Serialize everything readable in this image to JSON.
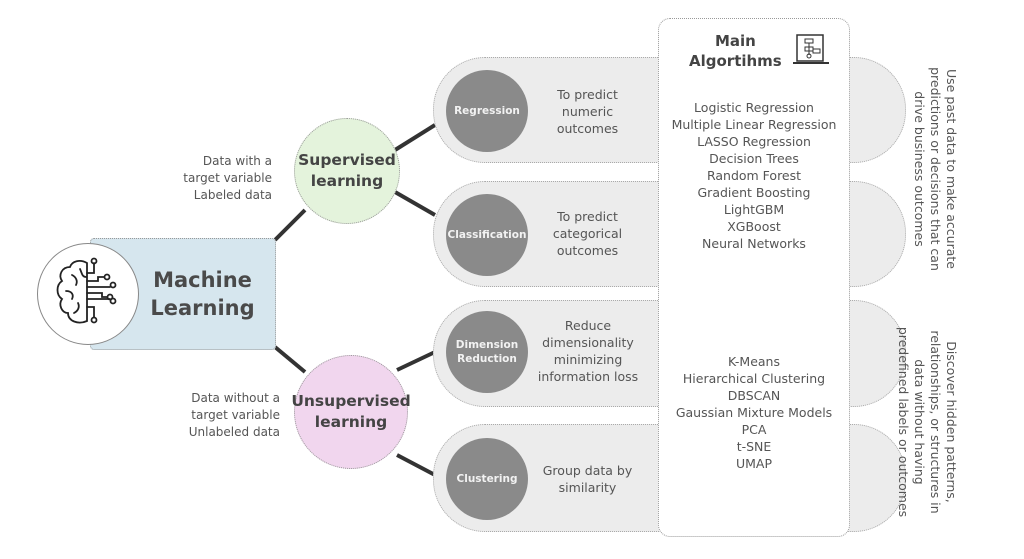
{
  "root": {
    "title_line1": "Machine",
    "title_line2": "Learning",
    "icon": "brain-circuit-icon"
  },
  "supervised": {
    "title_line1": "Supervised",
    "title_line2": "learning",
    "desc_line1": "Data with a",
    "desc_line2": "target variable",
    "desc_line3": "Labeled data",
    "color": "#e4f3dc"
  },
  "unsupervised": {
    "title_line1": "Unsupervised",
    "title_line2": "learning",
    "desc_line1": "Data without a",
    "desc_line2": "target variable",
    "desc_line3": "Unlabeled data",
    "color": "#f1d6ee"
  },
  "tasks": [
    {
      "label_line1": "Regression",
      "label_line2": "",
      "desc": [
        "To predict",
        "numeric",
        "outcomes"
      ]
    },
    {
      "label_line1": "Classification",
      "label_line2": "",
      "desc": [
        "To predict",
        "categorical",
        "outcomes"
      ]
    },
    {
      "label_line1": "Dimension",
      "label_line2": "Reduction",
      "desc": [
        "Reduce",
        "dimensionality",
        "minimizing",
        "information loss"
      ]
    },
    {
      "label_line1": "Clustering",
      "label_line2": "",
      "desc": [
        "Group data by",
        "similarity"
      ]
    }
  ],
  "algorithms": {
    "title_line1": "Main",
    "title_line2": "Algortihms",
    "icon": "flowchart-monitor-icon",
    "supervised": [
      "Logistic Regression",
      "Multiple Linear Regression",
      "LASSO Regression",
      "Decision Trees",
      "Random Forest",
      "Gradient Boosting",
      "LightGBM",
      "XGBoost",
      "Neural Networks"
    ],
    "unsupervised": [
      "K-Means",
      "Hierarchical Clustering",
      "DBSCAN",
      "Gaussian Mixture Models",
      "PCA",
      "t-SNE",
      "UMAP"
    ]
  },
  "outcomes": {
    "supervised": [
      "Use past data to make accurate",
      "predictions or decisions that can",
      "drive business outcomes"
    ],
    "unsupervised": [
      "Discover hidden patterns,",
      "relationships, or structures in",
      "data without having",
      "predefined labels or outcomes"
    ]
  }
}
